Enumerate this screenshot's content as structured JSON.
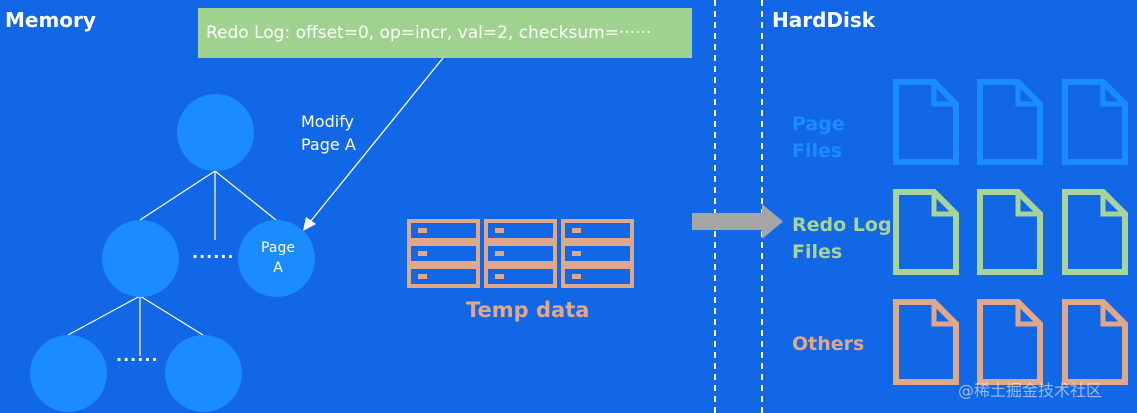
{
  "memory": {
    "title": "Memory",
    "redo_log_record": "Redo Log: offset=0, op=incr, val=2, checksum=······",
    "modify_label": "Modify\nPage A",
    "page_node_label": "Page\nA",
    "ellipsis_top": "······",
    "ellipsis_bottom": "······",
    "temp_data_label": "Temp data"
  },
  "harddisk": {
    "title": "HardDisk",
    "groups": [
      {
        "label": "Page\nFiles",
        "color": "#1a8cff",
        "icon": "file-icon"
      },
      {
        "label": "Redo Log\nFiles",
        "color": "#a6d49a",
        "icon": "file-icon"
      },
      {
        "label": "Others",
        "color": "#e0a88b",
        "icon": "file-icon"
      }
    ]
  },
  "colors": {
    "background": "#1267e6",
    "node_fill": "#1a8cff",
    "redo_box_fill": "#9fd28e",
    "temp_data": "#e0a88b",
    "flush_arrow": "#a6a6a6",
    "divider": "#ffffff"
  },
  "icons": {
    "temp_data_icon": "server-rack-icon",
    "flush_arrow_icon": "arrow-right-icon"
  },
  "watermark": "@稀土掘金技术社区"
}
